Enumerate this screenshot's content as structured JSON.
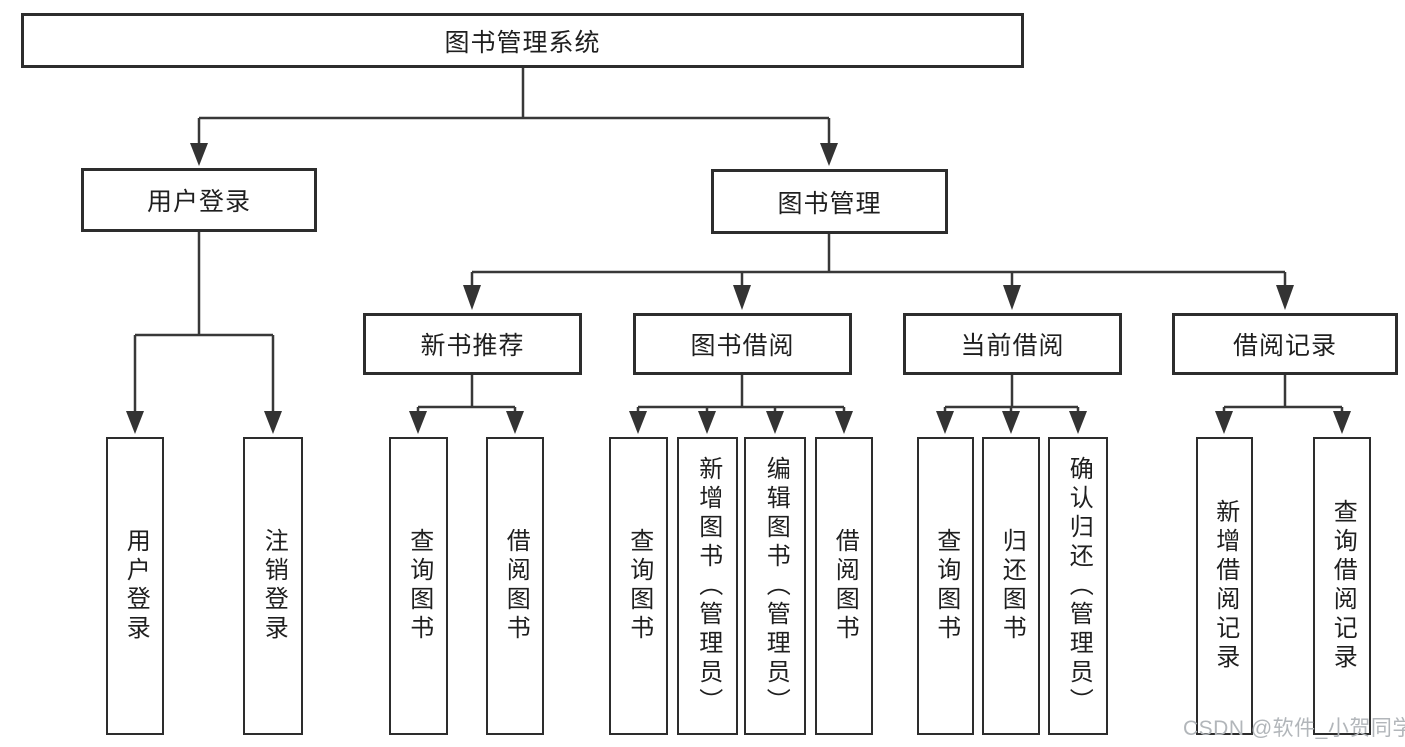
{
  "nodes": {
    "root": {
      "label": "图书管理系统"
    },
    "level2": [
      {
        "label": "用户登录"
      },
      {
        "label": "图书管理"
      }
    ],
    "level3": [
      {
        "label": "新书推荐"
      },
      {
        "label": "图书借阅"
      },
      {
        "label": "当前借阅"
      },
      {
        "label": "借阅记录"
      }
    ],
    "leaves": {
      "user_login": [
        {
          "label": "用户登录"
        },
        {
          "label": "注销登录"
        }
      ],
      "new_book_recommend": [
        {
          "label": "查询图书"
        },
        {
          "label": "借阅图书"
        }
      ],
      "book_borrow": [
        {
          "label": "查询图书"
        },
        {
          "label": "新增图书（管理员）"
        },
        {
          "label": "编辑图书（管理员）"
        },
        {
          "label": "借阅图书"
        }
      ],
      "current_borrow": [
        {
          "label": "查询图书"
        },
        {
          "label": "归还图书"
        },
        {
          "label": "确认归还（管理员）"
        }
      ],
      "borrow_records": [
        {
          "label": "新增借阅记录"
        },
        {
          "label": "查询借阅记录"
        }
      ]
    }
  },
  "watermark": {
    "text": "CSDN @软件_小贺同学",
    "color": "#b2b6ba"
  },
  "colors": {
    "background": "#ffffff",
    "box_border": "#2d2d2d",
    "connector": "#383838",
    "text": "#1f1f1f"
  }
}
